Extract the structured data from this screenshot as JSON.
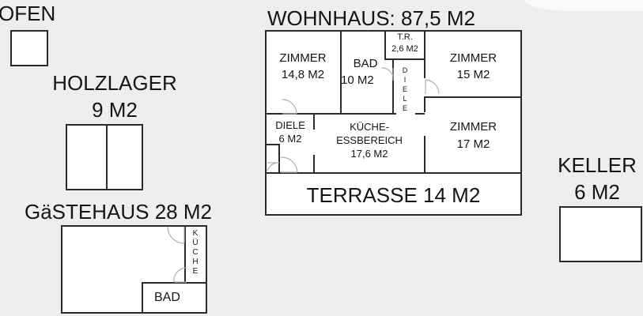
{
  "plan": {
    "ofen": {
      "label": "OFEN"
    },
    "holzlager": {
      "label_line1": "HOLZLAGER",
      "label_line2": "9 M2"
    },
    "gaestehaus": {
      "title": "GäSTEHAUS 28 M2",
      "kueche_letters": [
        "K",
        "Ü",
        "C",
        "H",
        "E"
      ],
      "bad": "BAD"
    },
    "wohnhaus": {
      "title": "WOHNHAUS: 87,5 M2",
      "rooms": [
        {
          "id": "zimmer-1",
          "name": "ZIMMER",
          "area": "14,8 M2"
        },
        {
          "id": "bad",
          "name": "BAD",
          "area": "10 M2"
        },
        {
          "id": "tr",
          "name": "T.R.",
          "area": "2,6 M2"
        },
        {
          "id": "zimmer-2",
          "name": "ZIMMER",
          "area": "15 M2"
        },
        {
          "id": "diele-hall",
          "letters": [
            "D",
            "I",
            "E",
            "L",
            "E"
          ]
        },
        {
          "id": "diele",
          "name": "DIELE",
          "area": "6 M2"
        },
        {
          "id": "kueche",
          "name": "KÜCHE-",
          "name2": "ESSBEREICH",
          "area": "17,6 M2"
        },
        {
          "id": "zimmer-3",
          "name": "ZIMMER",
          "area": "17 M2"
        }
      ],
      "terrasse": "TERRASSE 14 M2"
    },
    "keller": {
      "label_line1": "KELLER",
      "label_line2": "6 M2"
    }
  },
  "colors": {
    "background": "#f0eeec",
    "room_fill": "#ffffff",
    "wall": "#2a2a2a",
    "door": "#a9a9a9",
    "text": "#151515"
  }
}
